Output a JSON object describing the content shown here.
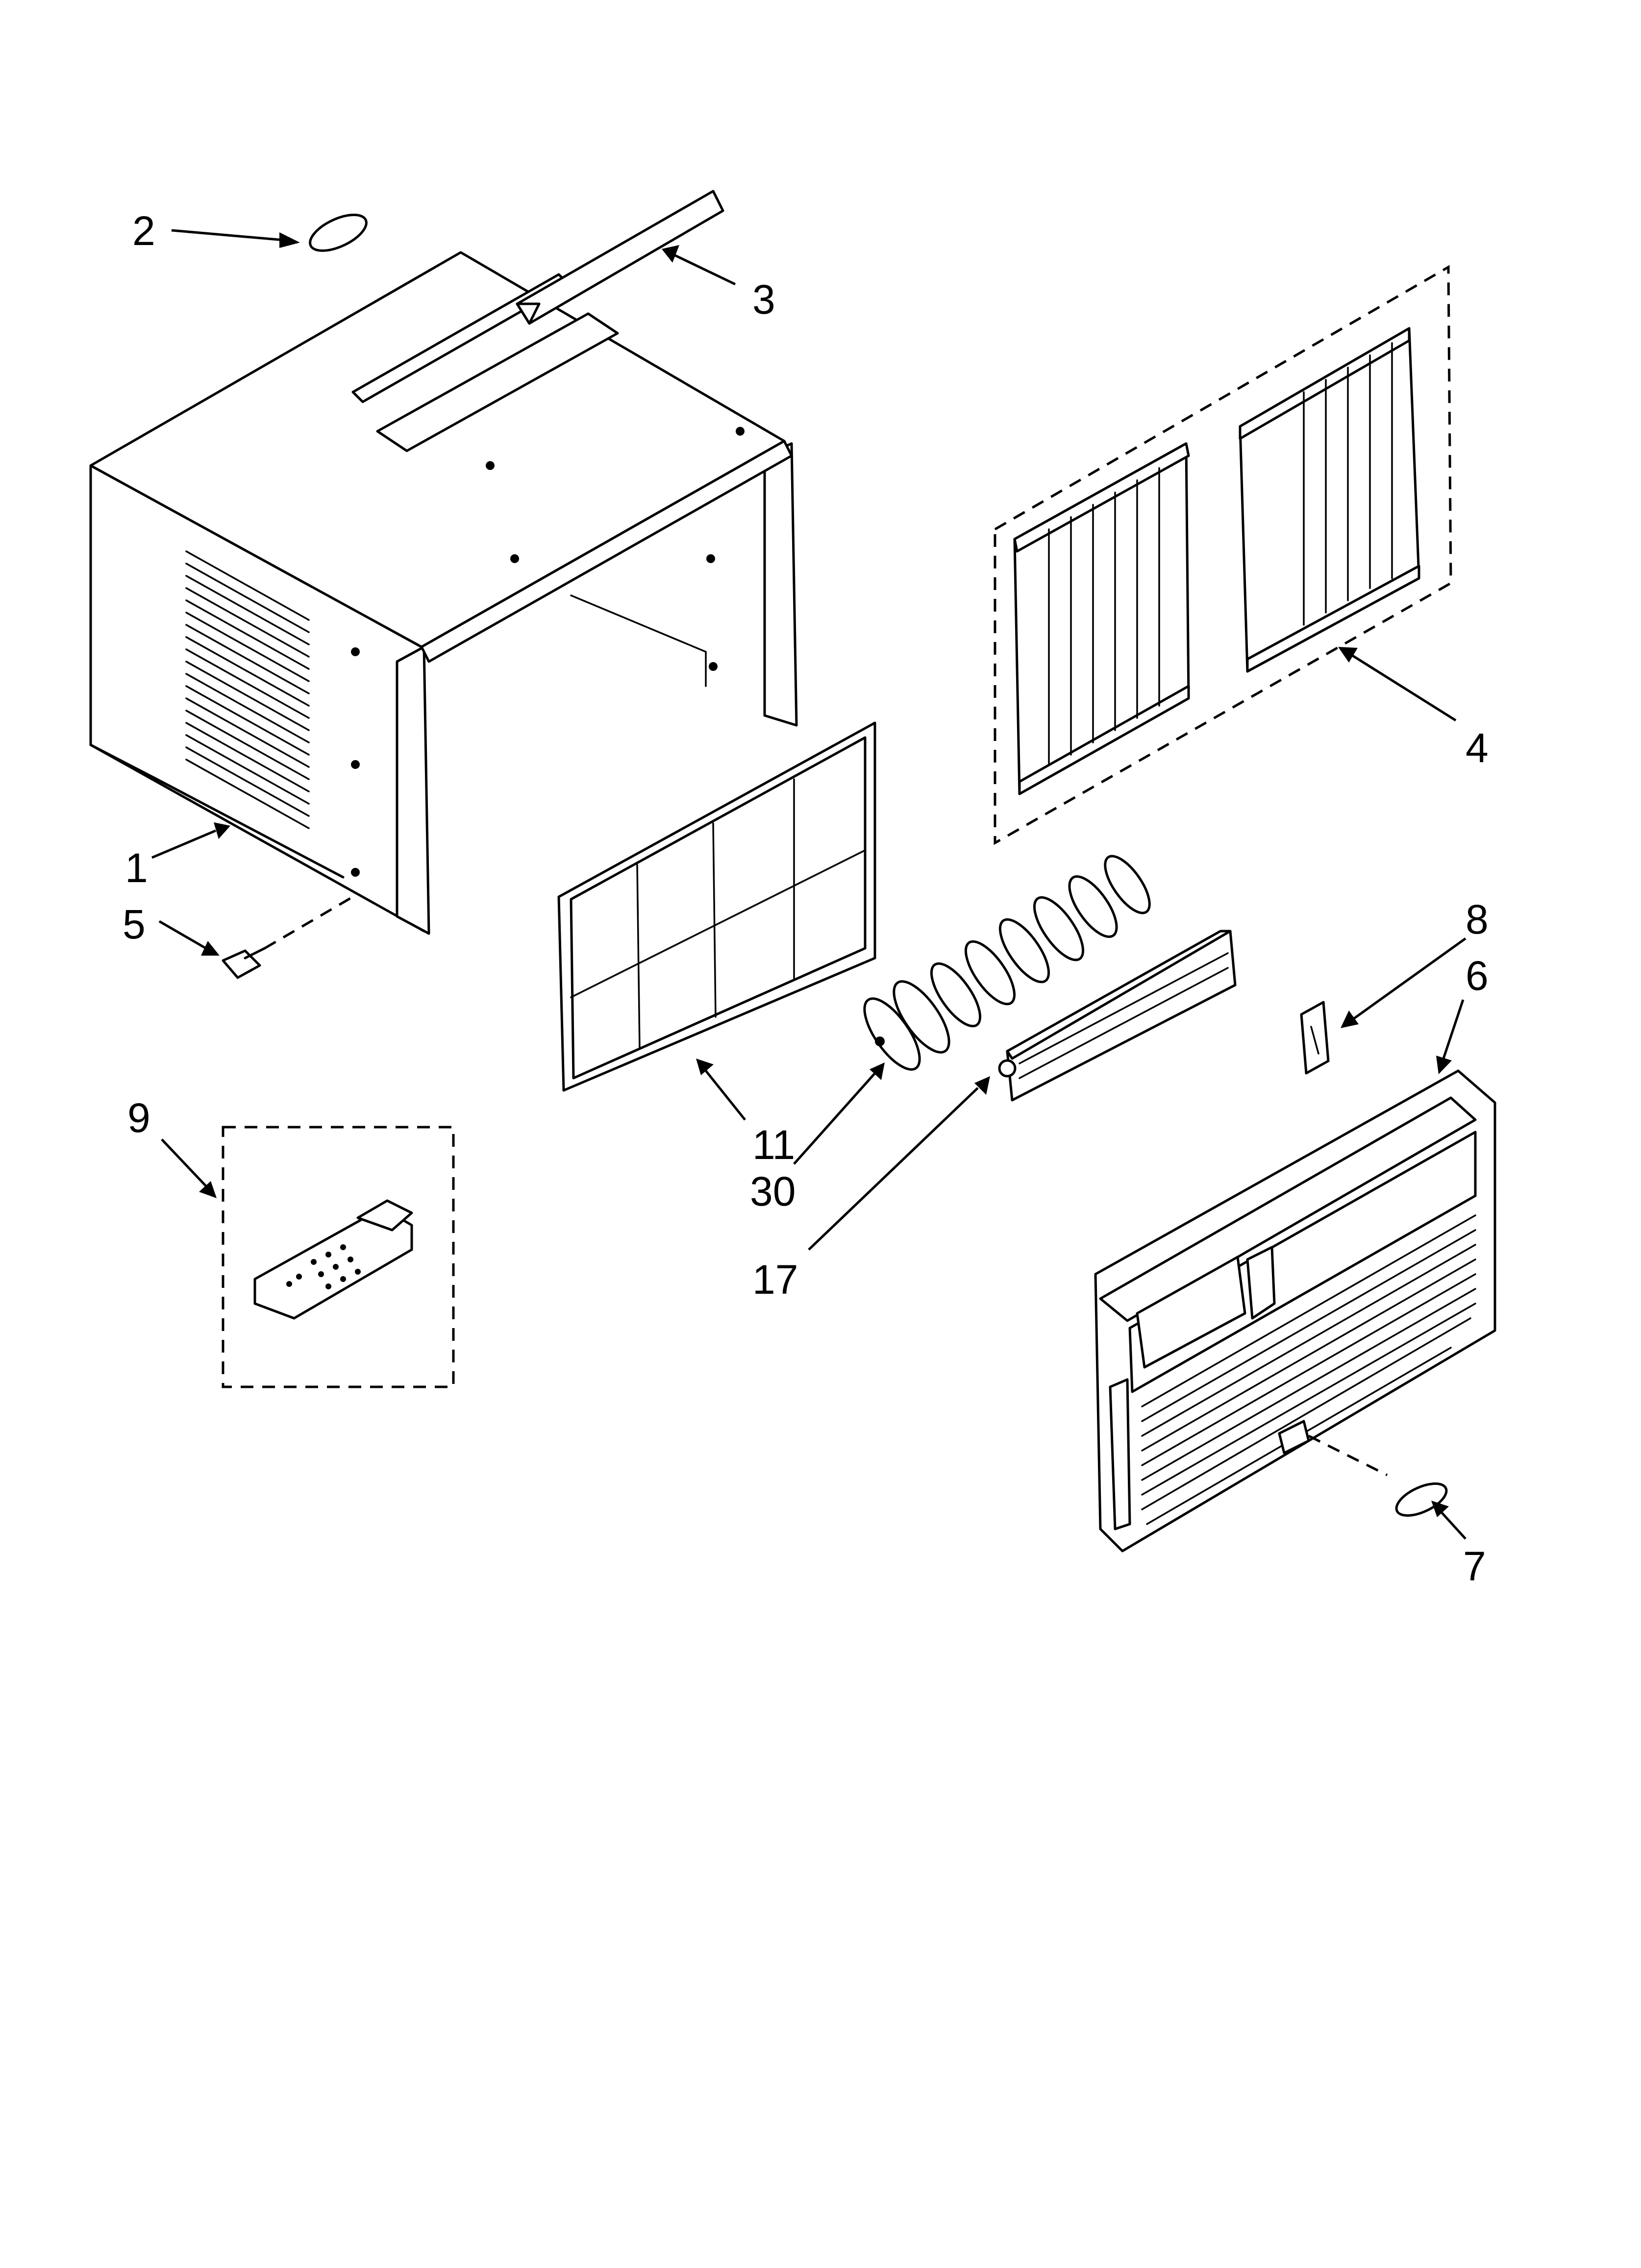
{
  "callouts": [
    {
      "id": "1",
      "label": "1",
      "part": "cabinet"
    },
    {
      "id": "2",
      "label": "2",
      "part": "label-top"
    },
    {
      "id": "3",
      "label": "3",
      "part": "top-rail"
    },
    {
      "id": "4",
      "label": "4",
      "part": "side-curtains"
    },
    {
      "id": "5",
      "label": "5",
      "part": "screw"
    },
    {
      "id": "6",
      "label": "6",
      "part": "front-grille"
    },
    {
      "id": "7",
      "label": "7",
      "part": "badge"
    },
    {
      "id": "8",
      "label": "8",
      "part": "clip"
    },
    {
      "id": "9",
      "label": "9",
      "part": "remote-control"
    },
    {
      "id": "11",
      "label": "11",
      "part": "air-filter"
    },
    {
      "id": "17",
      "label": "17",
      "part": "louver-assembly"
    },
    {
      "id": "30",
      "label": "30",
      "part": "blower-wheel"
    }
  ]
}
